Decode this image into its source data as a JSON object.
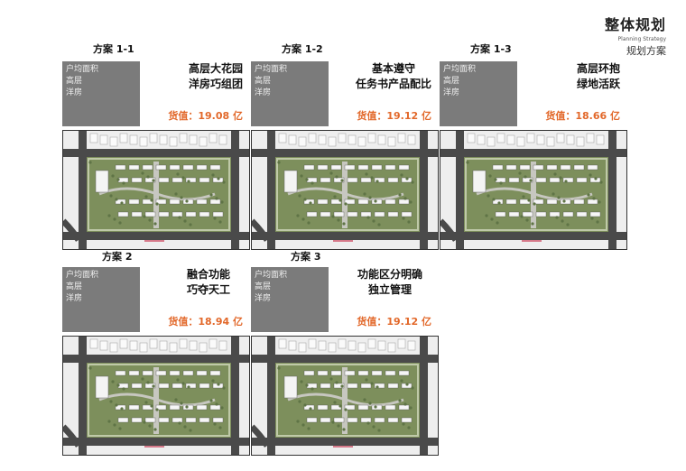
{
  "header": {
    "title": "整体规划",
    "title_en": "Planning Strategy",
    "subtitle": "规划方案"
  },
  "schemes": [
    {
      "label": "方案 1-1",
      "info": [
        "户均面积",
        "高层",
        "洋房"
      ],
      "slogan": [
        "高层大花园",
        "洋房巧组团"
      ],
      "value": "货值：19.08 亿"
    },
    {
      "label": "方案 1-2",
      "info": [
        "户均面积",
        "高层",
        "洋房"
      ],
      "slogan": [
        "基本遵守",
        "任务书产品配比"
      ],
      "value": "货值：19.12 亿"
    },
    {
      "label": "方案 1-3",
      "info": [
        "户均面积",
        "高层",
        "洋房"
      ],
      "slogan": [
        "高层环抱",
        "绿地活跃"
      ],
      "value": "货值：18.66 亿"
    },
    {
      "label": "方案 2",
      "info": [
        "户均面积",
        "高层",
        "洋房"
      ],
      "slogan": [
        "融合功能",
        "巧夺天工"
      ],
      "value": "货值：18.94 亿"
    },
    {
      "label": "方案 3",
      "info": [
        "户均面积",
        "高层",
        "洋房"
      ],
      "slogan": [
        "功能区分明确",
        "独立管理"
      ],
      "value": "货值：19.12 亿"
    }
  ]
}
